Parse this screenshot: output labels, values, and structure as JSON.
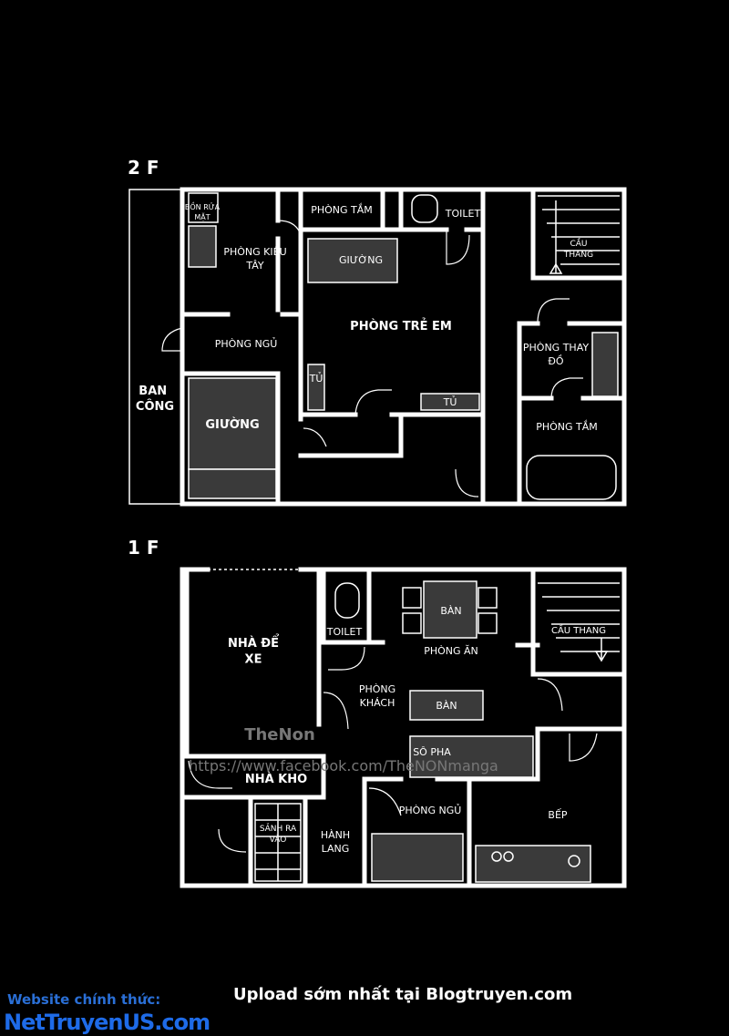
{
  "floors": {
    "upper": {
      "title": "2 F",
      "rooms": {
        "balcony": "BAN CÔNG",
        "basin": "BỒN RỬA MẶT",
        "western_room": "PHÒNG KIỂU TÂY",
        "bedroom": "PHÒNG NGỦ",
        "bed_main": "GIƯỜNG",
        "bath_top": "PHÒNG TẮM",
        "toilet": "TOILET",
        "kids_bed": "GIƯỜNG",
        "kids_room": "PHÒNG TRẺ EM",
        "wardrobe_left": "TỦ",
        "wardrobe_bottom": "TỦ",
        "stairs": "CẦU THANG",
        "changing": "PHÒNG THAY ĐỒ",
        "bath_right": "PHÒNG TẮM"
      }
    },
    "lower": {
      "title": "1 F",
      "rooms": {
        "garage": "NHÀ ĐỂ XE",
        "toilet": "TOILET",
        "table_dining": "BÀN",
        "dining": "PHÒNG ĂN",
        "stairs": "CẦU THANG",
        "living": "PHÒNG KHÁCH",
        "table_living": "BÀN",
        "sofa": "SÔ PHA",
        "storage": "NHÀ KHO",
        "entrance": "SẢNH RA VÀO",
        "hallway": "HÀNH LANG",
        "bedroom": "PHÒNG NGỦ",
        "kitchen": "BẾP"
      }
    }
  },
  "watermark": {
    "brand": "TheNon",
    "url": "https://www.facebook.com/TheNONmanga"
  },
  "footer": {
    "website_label": "Website chính thức:",
    "brand": "NetTruyenUS.com",
    "upload": "Upload sớm nhất tại Blogtruyen.com"
  },
  "colors": {
    "background": "#000000",
    "lines": "#ffffff",
    "footer_blue": "#1e6be8"
  }
}
